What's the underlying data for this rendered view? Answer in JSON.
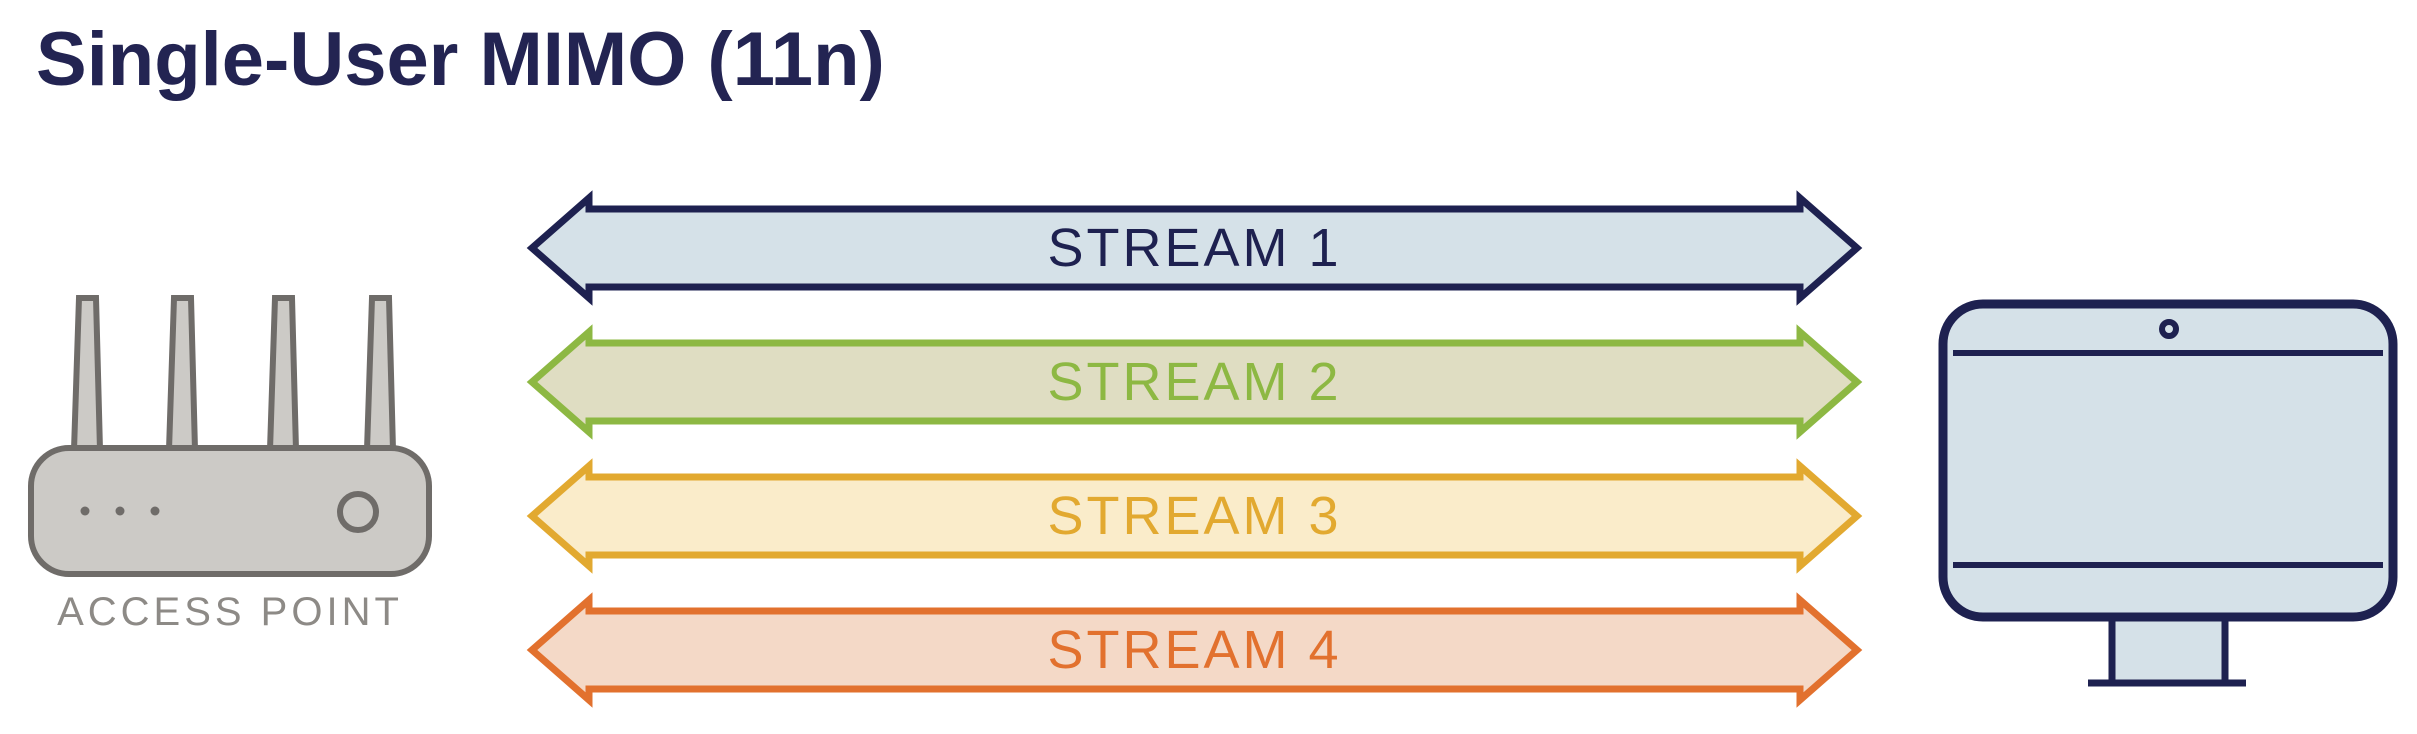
{
  "title": "Single-User MIMO (11n)",
  "colors": {
    "background": "#ffffff",
    "title": "#232452"
  },
  "access_point": {
    "label": "ACCESS POINT",
    "fill": "#cccac6",
    "stroke": "#6f6c69",
    "label_color": "#8d8a86"
  },
  "client_device": {
    "name": "desktop-computer",
    "fill": "#d5e1e8",
    "stroke": "#1e2150"
  },
  "streams": [
    {
      "label": "STREAM 1",
      "fill": "#d5e1e8",
      "stroke": "#1e2150",
      "text_color": "#1e2150"
    },
    {
      "label": "STREAM 2",
      "fill": "#dfddc2",
      "stroke": "#8db843",
      "text_color": "#8db843"
    },
    {
      "label": "STREAM 3",
      "fill": "#faecca",
      "stroke": "#e2a930",
      "text_color": "#e2a930"
    },
    {
      "label": "STREAM 4",
      "fill": "#f4d9c7",
      "stroke": "#e2712e",
      "text_color": "#e2712e"
    }
  ]
}
